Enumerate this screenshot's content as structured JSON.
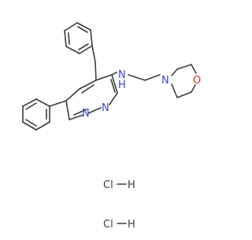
{
  "molecule": {
    "atoms": {
      "nh": "N",
      "h_on_n": "H",
      "n1": "N",
      "n2": "N",
      "morph_n": "N",
      "morph_o": "O"
    },
    "colors": {
      "bond": "#3c3c3c",
      "nitrogen": "#3a46c8",
      "oxygen": "#e0302a",
      "text": "#3c3c3c"
    }
  },
  "salts": [
    {
      "cl": "Cl",
      "h": "H"
    },
    {
      "cl": "Cl",
      "h": "H"
    }
  ]
}
